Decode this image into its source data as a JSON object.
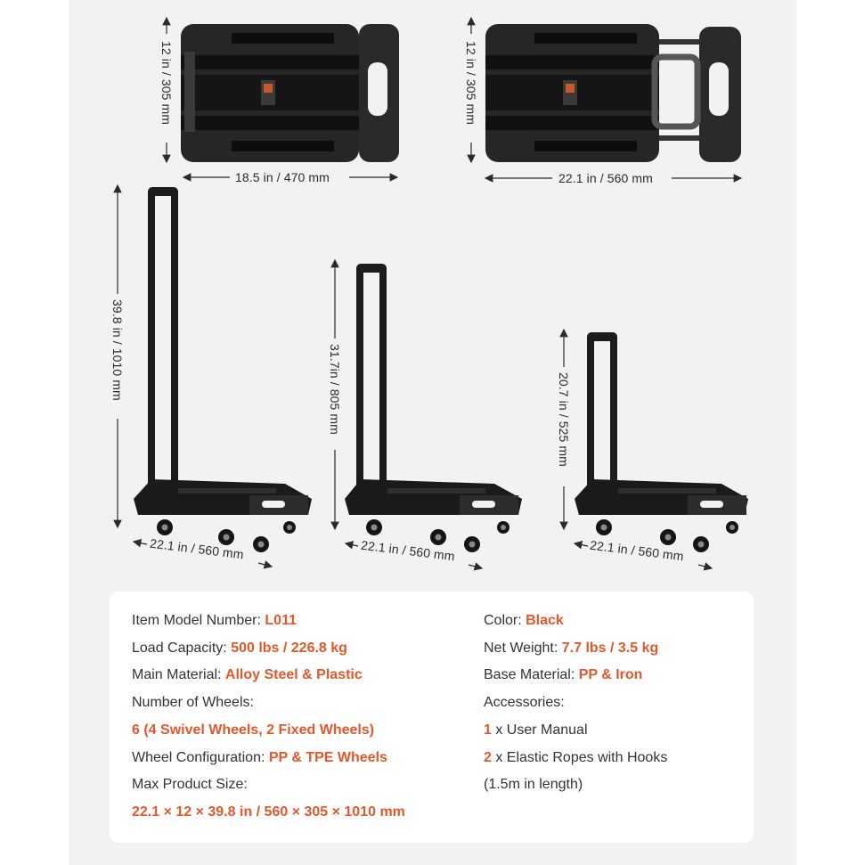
{
  "dimensions": {
    "top_left_height": "12 in / 305 mm",
    "top_left_width": "18.5 in / 470 mm",
    "top_right_height": "12 in / 305 mm",
    "top_right_width": "22.1 in / 560 mm",
    "tall_height": "39.8 in / 1010 mm",
    "tall_width": "22.1 in / 560 mm",
    "mid_height": "31.7in / 805 mm",
    "mid_width": "22.1 in / 560 mm",
    "short_height": "20.7 in / 525 mm",
    "short_width": "22.1 in / 560 mm"
  },
  "specs": {
    "model_label": "Item Model Number: ",
    "model_value": "L011",
    "load_label": "Load Capacity: ",
    "load_value": "500 lbs / 226.8 kg",
    "material_label": "Main Material: ",
    "material_value": "Alloy Steel & Plastic",
    "wheels_label": "Number of Wheels:",
    "wheels_value": "6 (4 Swivel Wheels, 2 Fixed Wheels)",
    "wheel_config_label": "Wheel Configuration: ",
    "wheel_config_value": "PP & TPE Wheels",
    "max_size_label": "Max Product Size:",
    "max_size_value": "22.1 × 12 × 39.8 in / 560 × 305 × 1010 mm",
    "color_label": "Color: ",
    "color_value": "Black",
    "weight_label": "Net Weight: ",
    "weight_value": "7.7 lbs / 3.5 kg",
    "base_label": "Base Material: ",
    "base_value": "PP & Iron",
    "accessories_label": "Accessories:",
    "acc1_count": "1",
    "acc1_text": " x User Manual",
    "acc2_count": "2",
    "acc2_text": " x Elastic Ropes with Hooks",
    "acc2_note": "(1.5m in length)"
  },
  "colors": {
    "accent": "#e2582a",
    "product": "#1c1c1c",
    "background": "#f3f2f1"
  }
}
